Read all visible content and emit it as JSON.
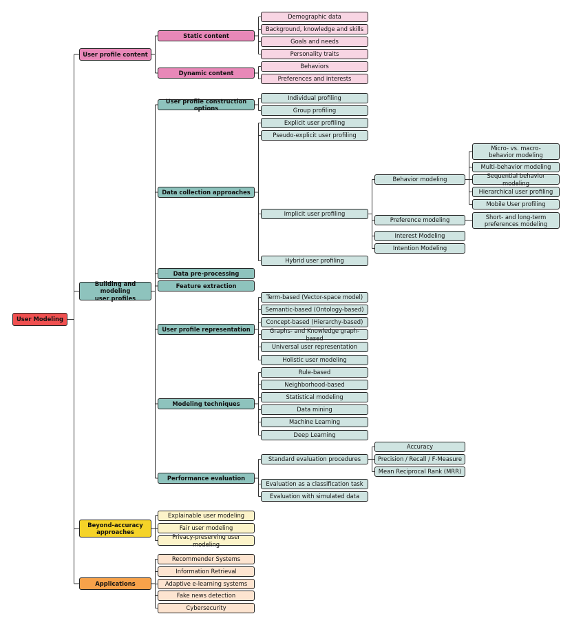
{
  "colors": {
    "root": "#f05050",
    "pink_dark": "#e888b8",
    "pink_light": "#f8d5e3",
    "teal_dark": "#8ec3bd",
    "teal_light": "#cfe4e1",
    "yellow_dark": "#f5d328",
    "yellow_light": "#fcf3c9",
    "orange_dark": "#f7a24a",
    "orange_light": "#fde4d0",
    "line": "#333333"
  },
  "nodes": {
    "root": "User Modeling",
    "upc": "User profile content",
    "static": "Static content",
    "demo": "Demographic data",
    "bg": "Background, knowledge and skills",
    "goals": "Goals and needs",
    "pers": "Personality traits",
    "dynamic": "Dynamic content",
    "behav": "Behaviors",
    "pref": "Preferences and interests",
    "bmup": "Building and modeling\nuser profiles",
    "upco": "User profile construction options",
    "indiv": "Individual profiling",
    "group": "Group profiling",
    "dca": "Data collection approaches",
    "explicit": "Explicit user profiling",
    "pseudo": "Pseudo-explicit user profiling",
    "implicit": "Implicit user profiling",
    "hybrid": "Hybrid user profiling",
    "behmod": "Behavior modeling",
    "micro": "Micro- vs. macro-\nbehavior modeling",
    "multi": "Multi-behavior modeling",
    "seq": "Sequential behavior modeling",
    "hier": "Hierarchical user profiling",
    "mobile": "Mobile User profiling",
    "prefmod": "Preference modeling",
    "shortlong": "Short- and long-term\npreferences modeling",
    "intmod": "Interest Modeling",
    "intentmod": "Intention Modeling",
    "dpp": "Data pre-processing",
    "fe": "Feature extraction",
    "upr": "User profile representation",
    "term": "Term-based (Vector-space model)",
    "sem": "Semantic-based (Ontology-based)",
    "concept": "Concept-based (Hierarchy-based)",
    "graphs": "Graphs- and Knowledge graph-based",
    "univ": "Universal user representation",
    "holistic": "Holistic user modeling",
    "mt": "Modeling techniques",
    "rule": "Rule-based",
    "neigh": "Neighborhood-based",
    "stat": "Statistical modeling",
    "dm": "Data mining",
    "ml": "Machine Learning",
    "dl": "Deep Learning",
    "pe": "Performance evaluation",
    "sep": "Standard evaluation procedures",
    "acc": "Accuracy",
    "prf": "Precision / Recall / F-Measure",
    "mrr": "Mean Reciprocal Rank (MRR)",
    "ect": "Evaluation as a classification task",
    "esd": "Evaluation with simulated data",
    "baa": "Beyond-accuracy\napproaches",
    "xum": "Explainable user modeling",
    "fair": "Fair user modeling",
    "priv": "Privacy-preserving user modeling",
    "apps": "Applications",
    "rs": "Recommender Systems",
    "ir": "Information Retrieval",
    "ael": "Adaptive e-learning systems",
    "fnd": "Fake news detection",
    "cyber": "Cybersecurity"
  }
}
